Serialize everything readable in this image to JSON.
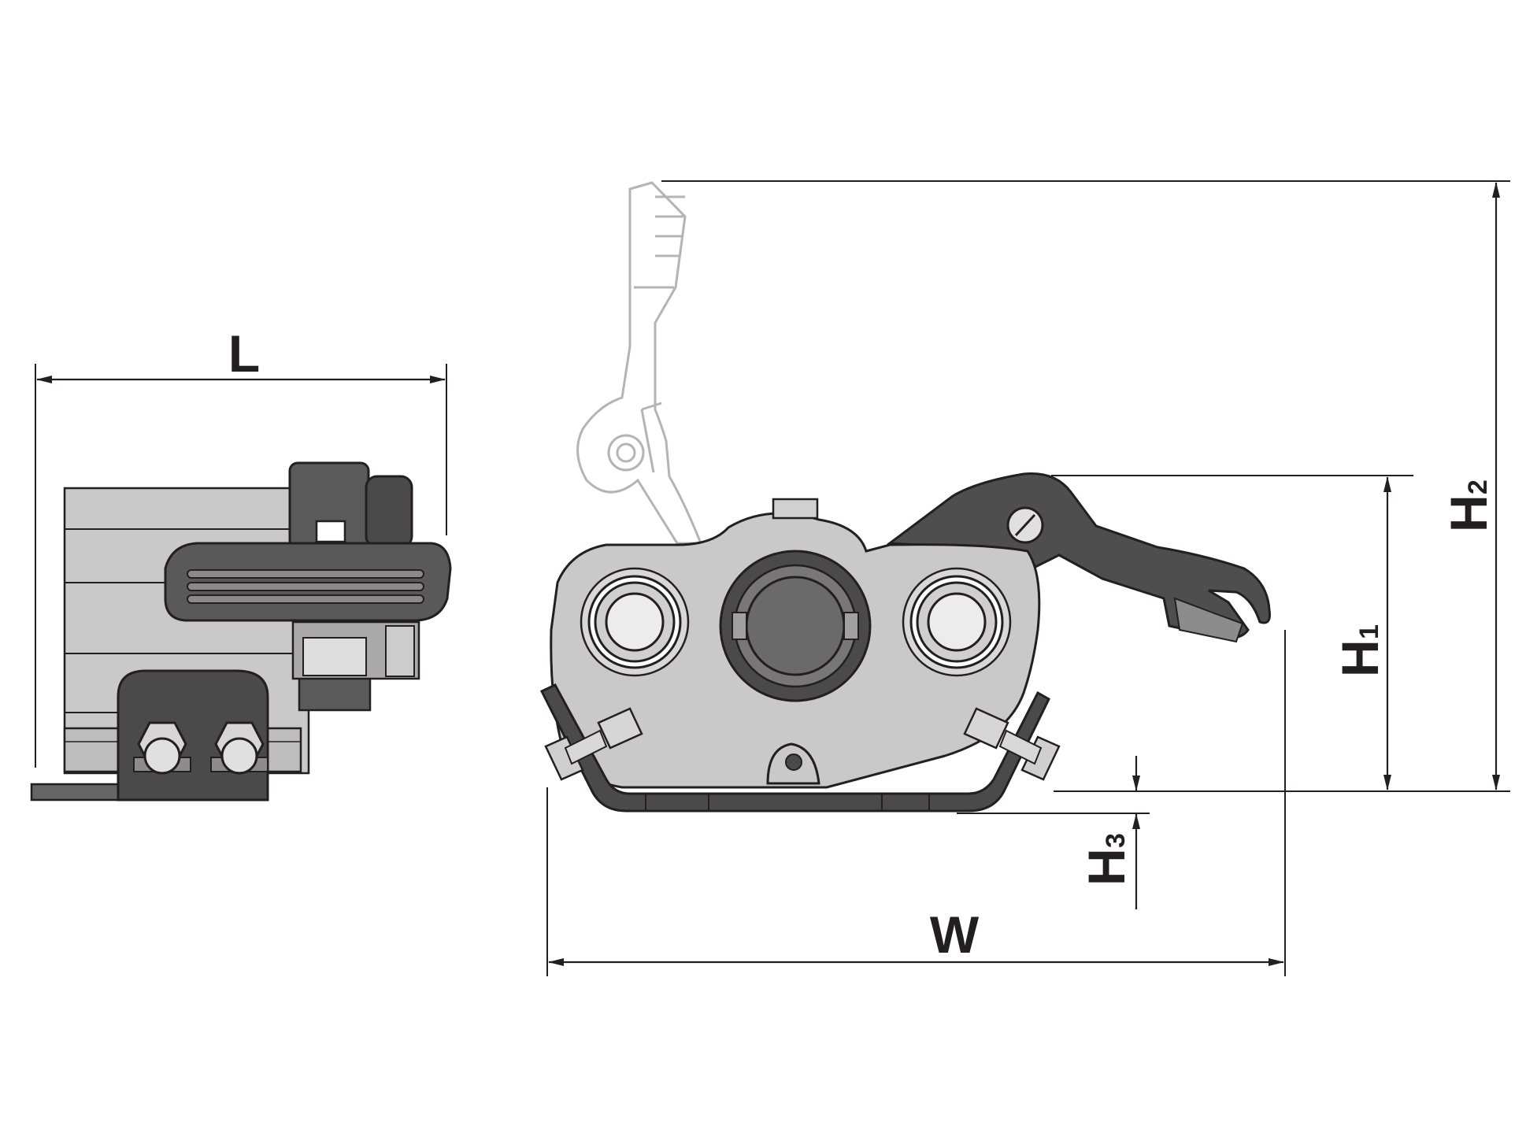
{
  "dimensions": {
    "length": {
      "label": "L"
    },
    "width": {
      "label": "W"
    },
    "height1": {
      "label": "H",
      "subscript": "1"
    },
    "height2": {
      "label": "H",
      "subscript": "2"
    },
    "height3": {
      "label": "H",
      "subscript": "3"
    }
  },
  "colors": {
    "line": "#231f20",
    "body_light": "#c9c9c9",
    "body_mid": "#8c8c8c",
    "body_dark": "#4a4a4a",
    "ghost": "#b4b4b4"
  }
}
